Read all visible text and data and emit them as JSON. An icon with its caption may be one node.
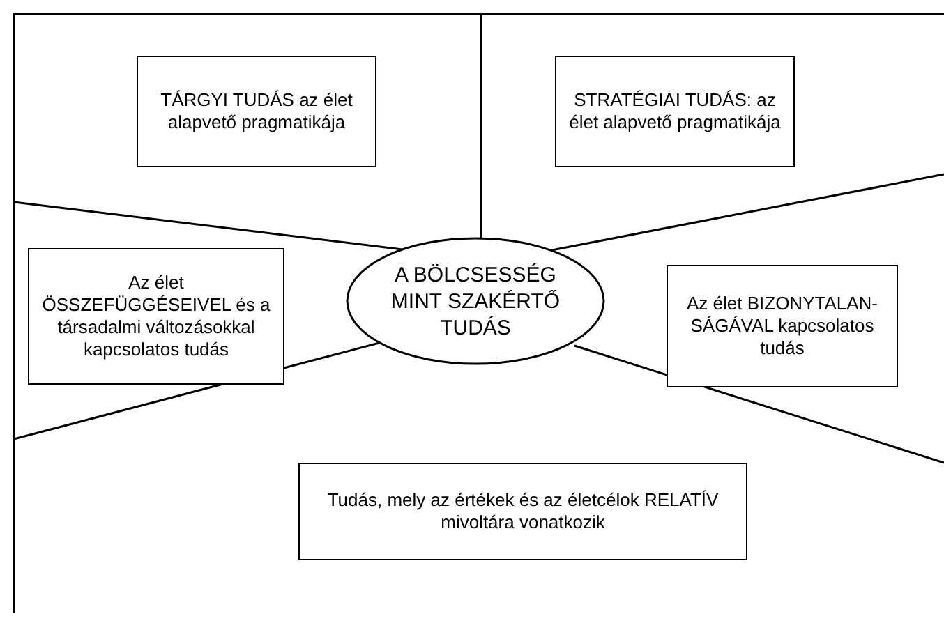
{
  "diagram": {
    "nodes": [
      {
        "text": [
          "TÁRGYI TUDÁS az élet alapvető pragmatikája"
        ]
      },
      {
        "text": [
          "STRATÉGIAI TUDÁS: az élet alapvető pragmatikája"
        ]
      },
      {
        "text": [
          "Az élet ÖSSZEFÜGGÉSEIVEL és a társadalmi változásokkal kapcsolatos tudás"
        ]
      },
      {
        "text": [
          "A BÖLCSESSÉG MINT SZAKÉRTŐ TUDÁS"
        ]
      },
      {
        "text": [
          "Az élet BIZONYTALAN-SÁGÁVAL kapcsolatos tudás"
        ]
      },
      {
        "text": [
          "Tudás, mely az értékek és az életcélok RELATÍV mivoltára vonatkozik"
        ]
      }
    ]
  }
}
